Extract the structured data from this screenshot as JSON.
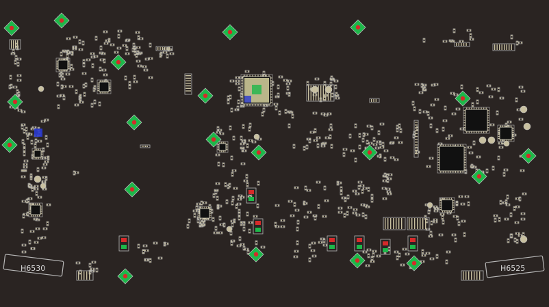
{
  "board": {
    "background": "#2a2422",
    "colors": {
      "outline": "#b8b8b8",
      "pad": "#c8c0a0",
      "pad_light": "#e8e4d0",
      "accent_green": "#1db84a",
      "accent_red": "#d62a2a",
      "accent_blue": "#2a3ad0",
      "chip_body": "#111111",
      "die_fill": "#d8d4a0"
    },
    "mounting_holes": [
      {
        "id": "left",
        "label": "H6530"
      },
      {
        "id": "right",
        "label": "H6525"
      }
    ],
    "fiducial_count": 20,
    "component_icons": [
      "bga-icon",
      "qfn-icon",
      "connector-icon",
      "capacitor-icon",
      "resistor-icon",
      "fiducial-icon",
      "mounting-hole-icon"
    ]
  }
}
